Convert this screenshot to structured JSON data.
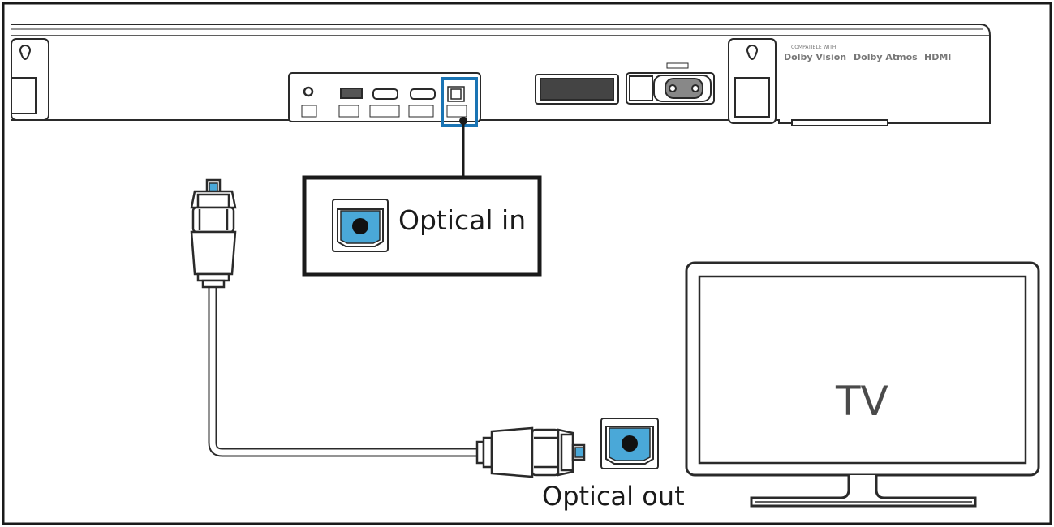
{
  "labels": {
    "optical_in": "Optical in",
    "optical_out": "Optical out",
    "tv": "TV"
  },
  "soundbar_logos": {
    "compatible_with": "COMPATIBLE WITH",
    "dolby_vision": "Dolby Vision",
    "dolby_atmos": "Dolby Atmos",
    "hdmi": "HDMI"
  },
  "colors": {
    "optical_accent": "#1a74b4",
    "optical_port_fill": "#4aa8d8",
    "line": "#2a2a2a",
    "background": "#ffffff"
  },
  "icons": [
    "optical-port-icon",
    "optical-plug-icon",
    "tv-icon",
    "soundbar-icon"
  ]
}
